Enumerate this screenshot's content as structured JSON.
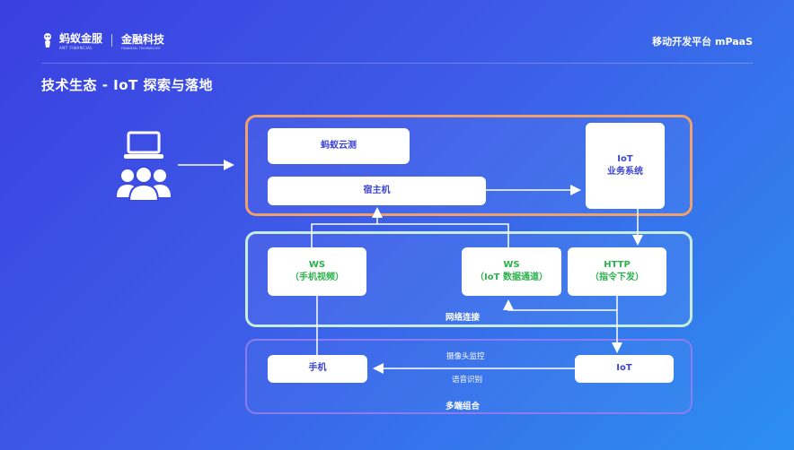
{
  "header": {
    "logo_name": "蚂蚁金服",
    "logo_sub": "ANT FINANCIAL",
    "tech_name": "金融科技",
    "tech_sub": "FINANCIAL TECHNOLOGY",
    "platform": "移动开发平台 mPaaS"
  },
  "page_title": "技术生态 - IoT 探索与落地",
  "groups": {
    "top": {},
    "middle": {
      "label": "网络连接"
    },
    "bottom": {
      "label": "多端组合"
    }
  },
  "nodes": {
    "cloud_test": "蚂蚁云测",
    "host": "宿主机",
    "iot_system_line1": "IoT",
    "iot_system_line2": "业务系统",
    "ws_video_line1": "WS",
    "ws_video_line2": "（手机视频）",
    "ws_data_line1": "WS",
    "ws_data_line2": "（IoT 数据通道）",
    "http_line1": "HTTP",
    "http_line2": "（指令下发）",
    "phone": "手机",
    "iot_device": "IoT"
  },
  "edge_labels": {
    "camera": "摄像头监控",
    "voice": "语音识别"
  },
  "icons": [
    "laptop-icon",
    "users-icon"
  ],
  "colors": {
    "top_group_border": "#f0a06a",
    "middle_group_border": "#c7ecd8",
    "bottom_group_border": "#8c7cf0",
    "node_text_blue": "#3c45d4",
    "node_text_green": "#2bb24c"
  }
}
